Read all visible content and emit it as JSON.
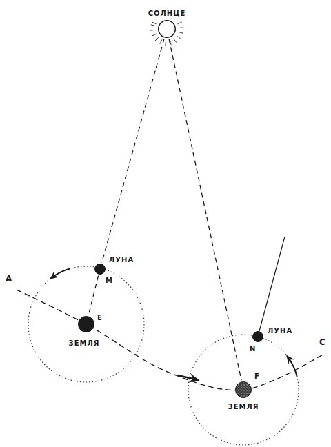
{
  "diagram": {
    "nodes": [
      {
        "text": [
          "СОЛНЦЕ"
        ]
      },
      {
        "text": [
          "ЛУНА",
          "M"
        ]
      },
      {
        "text": [
          "E",
          "ЗЕМЛЯ"
        ]
      },
      {
        "text": [
          "ЛУНА",
          "N"
        ]
      },
      {
        "text": [
          "F",
          "ЗЕМЛЯ"
        ]
      }
    ],
    "edges": [
      {
        "from": 0,
        "to": 1,
        "arrow": "none"
      },
      {
        "from": 1,
        "to": 2,
        "arrow": "none"
      },
      {
        "from": 0,
        "to": 4,
        "arrow": "none"
      }
    ],
    "labels": [
      "A",
      "C"
    ]
  }
}
